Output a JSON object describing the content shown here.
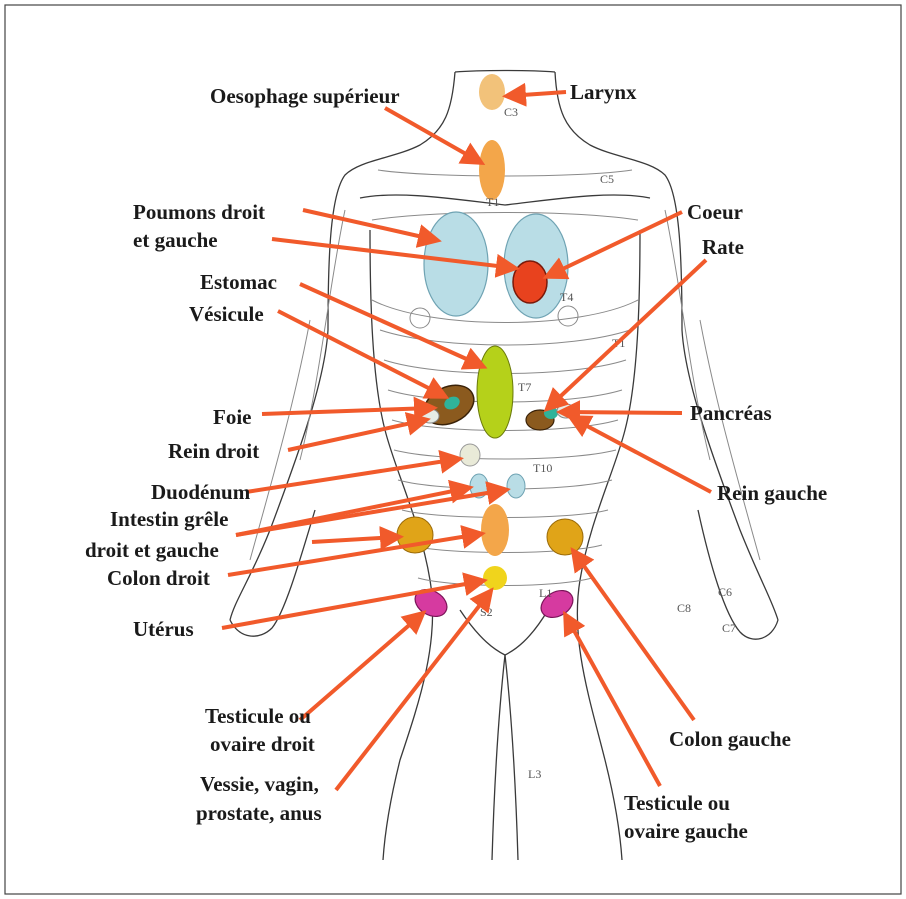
{
  "labels": {
    "larynx": "Larynx",
    "oesophage": "Oesophage supérieur",
    "poumons_1": "Poumons droit",
    "poumons_2": "et gauche",
    "coeur": "Coeur",
    "rate": "Rate",
    "estomac": "Estomac",
    "vesicule": "Vésicule",
    "foie": "Foie",
    "rein_droit": "Rein droit",
    "pancreas": "Pancréas",
    "rein_gauche": "Rein gauche",
    "duodenum": "Duodénum",
    "intestin_1": "Intestin grêle",
    "intestin_2": "droit et gauche",
    "colon_droit": "Colon droit",
    "uterus": "Utérus",
    "testicule_droit_1": "Testicule ou",
    "testicule_droit_2": "ovaire droit",
    "vessie_1": "Vessie, vagin,",
    "vessie_2": "prostate, anus",
    "colon_gauche": "Colon gauche",
    "testicule_gauche_1": "Testicule ou",
    "testicule_gauche_2": "ovaire gauche"
  },
  "segments": {
    "c3": "C3",
    "c5": "C5",
    "t1": "T1",
    "t4": "T4",
    "t1_arm": "T1",
    "t7": "T7",
    "t10": "T10",
    "l1": "L1",
    "s2": "S2",
    "l3": "L3",
    "c6": "C6",
    "c8": "C8",
    "c7": "C7"
  },
  "colors": {
    "arrow": "#f15a2b",
    "larynx": "#f2c27a",
    "oesophagus": "#f3a64a",
    "lungs": "#b9dde6",
    "heart": "#e8421e",
    "stomach": "#b5d11a",
    "liver": "#8b5a1e",
    "gallbladder": "#2fb39a",
    "pancreas": "#2fb39a",
    "kidney": "#e6ece6",
    "duodenum": "#e9ead8",
    "small_intestine": "#b9dde6",
    "colon": "#e0a418",
    "bladder": "#f3a64a",
    "uterus": "#f0d41c",
    "gonads": "#d63aa0"
  }
}
